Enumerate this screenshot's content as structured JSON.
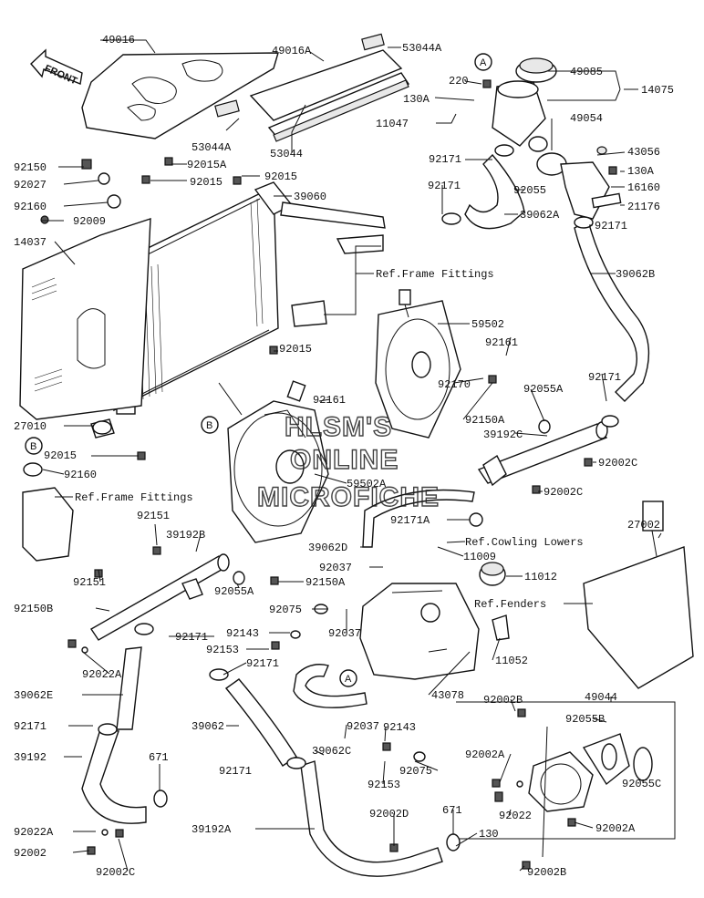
{
  "watermark": {
    "line1": "HLSM'S",
    "line2": "ONLINE",
    "line3": "MICROFICHE"
  },
  "front_label": "FRONT",
  "callouts": {
    "a1": "A",
    "a2": "A",
    "b1": "B",
    "b2": "B"
  },
  "labels": {
    "p49016": "49016",
    "p49016a": "49016A",
    "p53044a_1": "53044A",
    "p53044a_2": "53044A",
    "p53044": "53044",
    "p220": "220",
    "p130a_1": "130A",
    "p11047": "11047",
    "p49085": "49085",
    "p14075": "14075",
    "p49054": "49054",
    "p43056": "43056",
    "p130a_2": "130A",
    "p16160": "16160",
    "p21176": "21176",
    "p92171_1": "92171",
    "p92171_2": "92171",
    "p92055": "92055",
    "p92171_3": "92171",
    "p39062a": "39062A",
    "p39062b": "39062B",
    "p92150": "92150",
    "p92015a": "92015A",
    "p92015_1": "92015",
    "p92027": "92027",
    "p92015_2": "92015",
    "p39060": "39060",
    "p92160_1": "92160",
    "p92009": "92009",
    "p14037": "14037",
    "ref_frame_1": "Ref.Frame Fittings",
    "p59502": "59502",
    "p92161_1": "92161",
    "p92015_3": "92015",
    "p92171_4": "92171",
    "p92170": "92170",
    "p92055a_1": "92055A",
    "p92161_2": "92161",
    "p92150a_1": "92150A",
    "p27010": "27010",
    "p39192c": "39192C",
    "p92015_4": "92015",
    "p92002c_1": "92002C",
    "p92160_2": "92160",
    "p59502a": "59502A",
    "p92002c_2": "92002C",
    "ref_frame_2": "Ref.Frame Fittings",
    "p92151_1": "92151",
    "p39192b": "39192B",
    "p92171a": "92171A",
    "p27002": "27002",
    "p39062d": "39062D",
    "ref_cowling": "Ref.Cowling Lowers",
    "p92037_1": "92037",
    "p11009": "11009",
    "p92151_2": "92151",
    "p11012": "11012",
    "p92150a_2": "92150A",
    "p92055a_2": "92055A",
    "ref_fenders": "Ref.Fenders",
    "p92150b": "92150B",
    "p92075_1": "92075",
    "p92037_2": "92037",
    "p92143_1": "92143",
    "p92171_5": "92171",
    "p92153_1": "92153",
    "p92171_6": "92171",
    "p11052": "11052",
    "p92022a_1": "92022A",
    "p43078": "43078",
    "p39062e": "39062E",
    "p49044": "49044",
    "p39062": "39062",
    "p92037_3": "92037",
    "p92143_2": "92143",
    "p92002b_1": "92002B",
    "p92171_7": "92171",
    "p39062c": "39062C",
    "p92055b": "92055B",
    "p39192": "39192",
    "p671_1": "671",
    "p92002a_1": "92002A",
    "p92171_8": "92171",
    "p92075_2": "92075",
    "p92153_2": "92153",
    "p92055c": "92055C",
    "p92022": "92022",
    "p92022a_2": "92022A",
    "p92002d": "92002D",
    "p671_2": "671",
    "p92002": "92002",
    "p39192a": "39192A",
    "p130": "130",
    "p92002a_2": "92002A",
    "p92002c_3": "92002C",
    "p92002b_2": "92002B"
  }
}
